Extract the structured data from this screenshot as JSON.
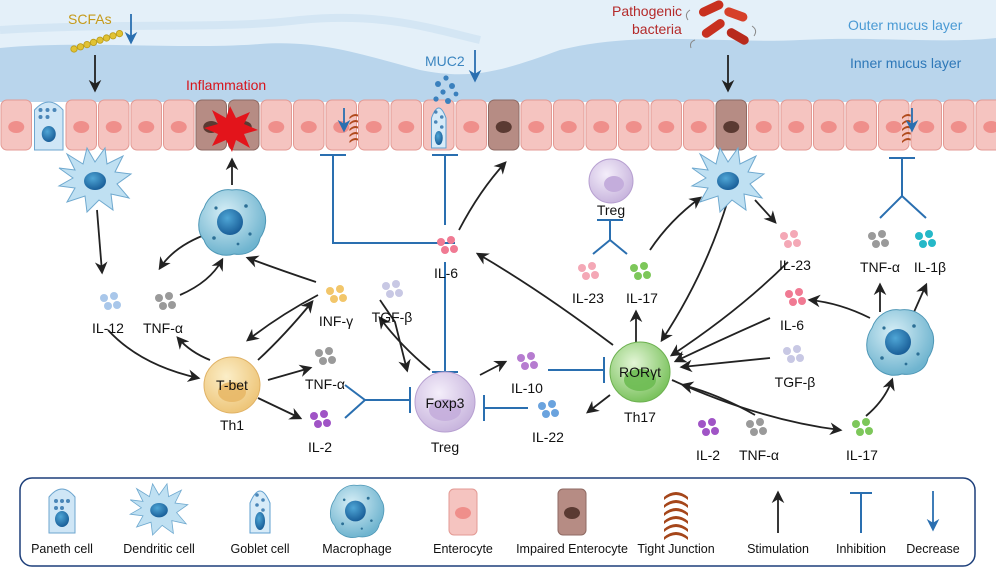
{
  "header": {
    "scfas": "SCFAs",
    "inflammation": "Inflammation",
    "muc2": "MUC2",
    "pathogenic_line1": "Pathogenic",
    "pathogenic_line2": "bacteria",
    "outer_mucus": "Outer mucus layer",
    "inner_mucus": "Inner mucus layer"
  },
  "cells": {
    "tbet": "T-bet",
    "th1": "Th1",
    "foxp3": "Foxp3",
    "treg": "Treg",
    "treg_top": "Treg",
    "rorgt": "RORγt",
    "th17": "Th17"
  },
  "cytokines": {
    "il12": "IL-12",
    "tnfa_left": "TNF-α",
    "infg": "INF-γ",
    "tgfb_mid": "TGF-β",
    "il6_mid": "IL-6",
    "tnfa_th1": "TNF-α",
    "il2_th1": "IL-2",
    "il10": "IL-10",
    "il22": "IL-22",
    "il23_left": "IL-23",
    "il17_top": "IL-17",
    "il23_right": "IL-23",
    "il6_right": "IL-6",
    "tgfb_right": "TGF-β",
    "il2_bottom": "IL-2",
    "tnfa_bottom": "TNF-α",
    "il17_bottom": "IL-17",
    "tnfa_right": "TNF-α",
    "il1b": "IL-1β"
  },
  "legend": {
    "items": [
      {
        "icon": "paneth-cell-icon",
        "label": "Paneth cell"
      },
      {
        "icon": "dendritic-cell-icon",
        "label": "Dendritic cell"
      },
      {
        "icon": "goblet-cell-icon",
        "label": "Goblet cell"
      },
      {
        "icon": "macrophage-icon",
        "label": "Macrophage"
      },
      {
        "icon": "enterocyte-icon",
        "label": "Enterocyte"
      },
      {
        "icon": "impaired-enterocyte-icon",
        "label": "Impaired Enterocyte"
      },
      {
        "icon": "tight-junction-icon",
        "label": "Tight Junction"
      },
      {
        "icon": "stimulation-arrow-icon",
        "label": "Stimulation"
      },
      {
        "icon": "inhibition-icon",
        "label": "Inhibition"
      },
      {
        "icon": "decrease-arrow-icon",
        "label": "Decrease"
      }
    ]
  },
  "colors": {
    "outer_mucus": "#dcebf7",
    "inner_mucus": "#b9d6ee",
    "enterocyte": "#f5c4c0",
    "impaired_enterocyte": "#b48a82",
    "inhibition": "#2a6fb0",
    "stimulation": "#222222",
    "scfa": "#d8b536",
    "inflammation": "#e3141b",
    "treg_cell": "#d8cbe6",
    "tbet_cell": "#f2d79b",
    "rorgt_cell": "#8dcf76"
  }
}
